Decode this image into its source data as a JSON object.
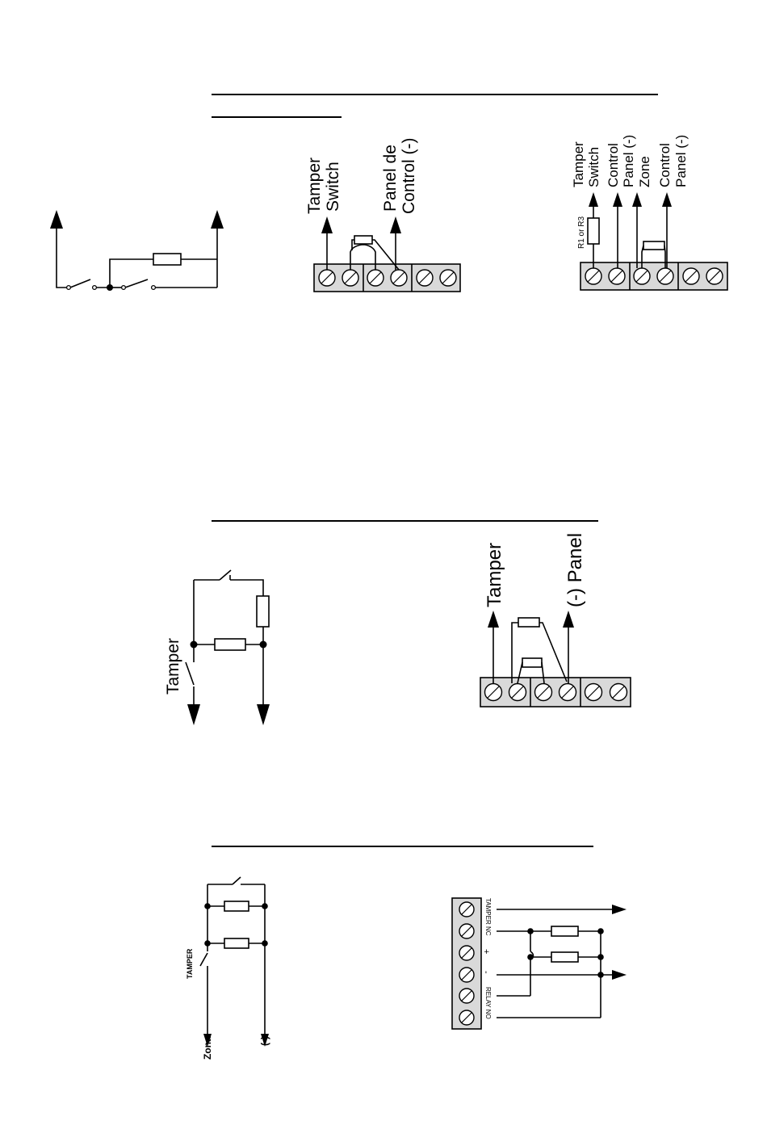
{
  "diagram1": {
    "terminal_left": {
      "labels": [
        "Tamper",
        "Switch"
      ]
    },
    "terminal_mid": {
      "labels": [
        "Panel de",
        "Control  (-)"
      ]
    },
    "terminal_right": {
      "resistor_label": "R1 or R3",
      "labels": [
        [
          "Tamper",
          "Switch"
        ],
        [
          "Control",
          "Panel (-)"
        ],
        [
          "Zone"
        ],
        [
          "Control",
          "Panel (-)"
        ]
      ]
    }
  },
  "diagram2": {
    "tamper_label": "Tamper",
    "block_labels": {
      "tamper": "Tamper",
      "panel": "(-)  Panel"
    }
  },
  "diagram3": {
    "tamper_label": "TAMPER",
    "zona_label": "Zona",
    "minus_label": "(-)",
    "terminal_labels": [
      "TAMPER  NC",
      "+",
      "-",
      "RELAY  NO"
    ]
  },
  "colors": {
    "line": "#000000",
    "terminal_block": "#d9d9d9"
  }
}
